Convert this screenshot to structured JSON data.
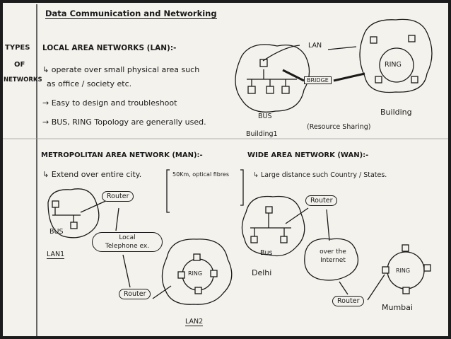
{
  "title": "Data Communication and Networking",
  "side": {
    "line1": "TYPES",
    "line2": "OF",
    "line3": "NETWORKS"
  },
  "lan": {
    "heading": "LOCAL AREA NETWORKS (LAN):-",
    "point1a": "↳ operate over small physical area such",
    "point1b": "as office / society etc.",
    "point2": "→ Easy to design and troubleshoot",
    "point3": "→ BUS, RING Topology are generally used.",
    "diagram": {
      "lan_label": "LAN",
      "bridge": "BRIDGE",
      "bus": "BUS",
      "ring": "RING",
      "building1": "Building1",
      "building": "Building",
      "note": "(Resource Sharing)"
    }
  },
  "man": {
    "heading": "METROPOLITAN AREA NETWORK (MAN):-",
    "point": "↳ Extend over entire city.",
    "note": "50Km, optical fibres",
    "diagram": {
      "bus": "BUS",
      "lan1": "LAN1",
      "router1": "Router",
      "telephone_a": "Local",
      "telephone_b": "Telephone ex.",
      "router2": "Router",
      "ring": "RING",
      "lan2": "LAN2"
    }
  },
  "wan": {
    "heading": "WIDE AREA NETWORK (WAN):-",
    "point": "↳ Large distance such Country / States.",
    "diagram": {
      "router1": "Router",
      "bus": "Bus",
      "delhi": "Delhi",
      "internet_a": "over the",
      "internet_b": "Internet",
      "router2": "Router",
      "ring": "RING",
      "mumbai": "Mumbai"
    }
  }
}
